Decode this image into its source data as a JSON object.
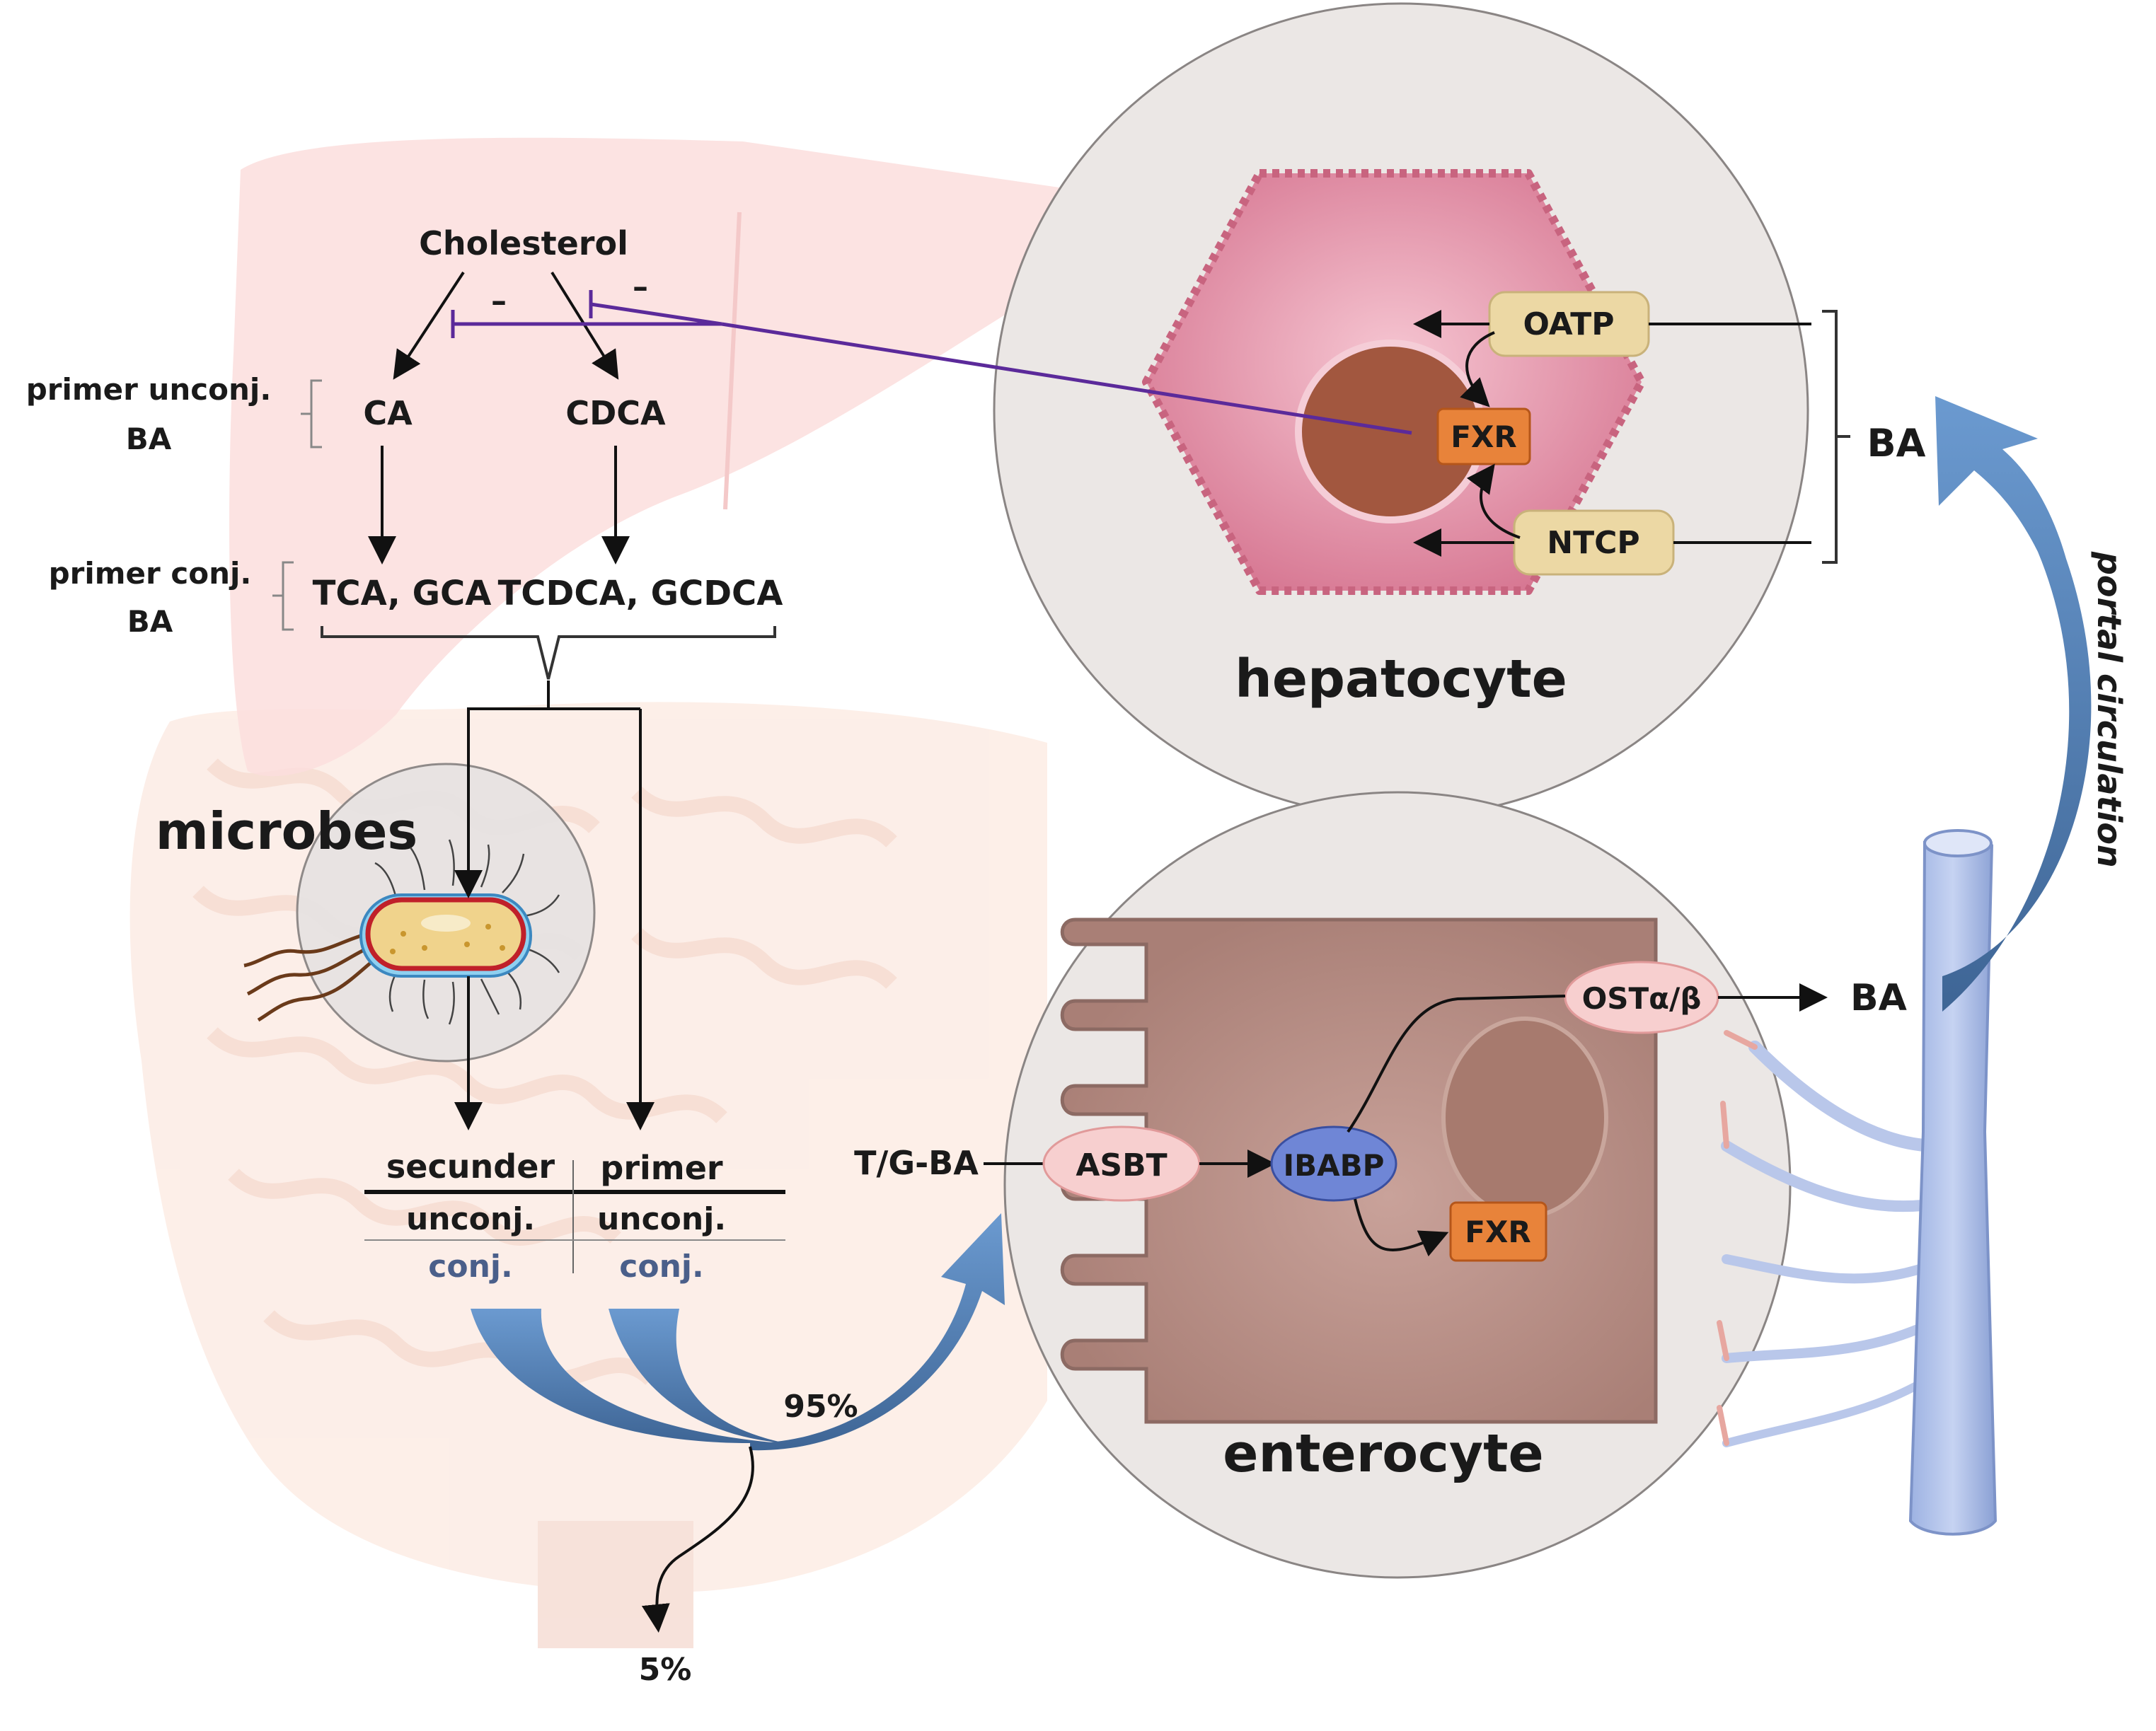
{
  "colors": {
    "inhibition_line": "#5b2a9a",
    "portal_arrow": "#4f7fb5",
    "fxr_box": "#e8833a",
    "transporter_tan": "#ecd8a4",
    "transporter_pink": "#f7cfcf",
    "ibabp_blue": "#6f86d6",
    "hepatocyte_pink": "#df8aa2",
    "enterocyte_brown": "#b48d84"
  },
  "liver": {
    "cholesterol": "Cholesterol",
    "inhibit_left": "–",
    "inhibit_right": "–",
    "ca": "CA",
    "cdca": "CDCA",
    "primary_unconj_line1": "primer unconj.",
    "primary_unconj_line2": "BA",
    "primary_conj_line1": "primer conj.",
    "primary_conj_line2": "BA",
    "tca_gca": "TCA, GCA",
    "tcdca_gcdca": "TCDCA, GCDCA"
  },
  "microbes": {
    "title": "microbes"
  },
  "intestine_table": {
    "col1_header": "secunder",
    "col2_header": "primer",
    "col1_row1": "unconj.",
    "col2_row1": "unconj.",
    "col1_row2": "conj.",
    "col2_row2": "conj."
  },
  "percentages": {
    "reabsorbed": "95%",
    "excreted": "5%"
  },
  "hepatocyte": {
    "title": "hepatocyte",
    "oatp": "OATP",
    "ntcp": "NTCP",
    "fxr": "FXR",
    "ba": "BA"
  },
  "enterocyte": {
    "title": "enterocyte",
    "tg_ba": "T/G-BA",
    "asbt": "ASBT",
    "ibabp": "IBABP",
    "fxr": "FXR",
    "ost": "OSTα/β",
    "ba": "BA"
  },
  "portal": {
    "label": "portal circulation"
  }
}
